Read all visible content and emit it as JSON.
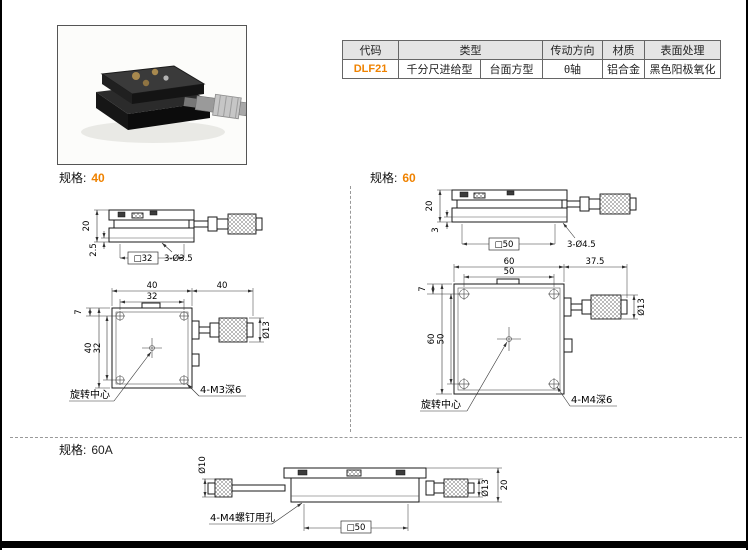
{
  "page": {
    "accent_color": "#ef8200"
  },
  "spec_table": {
    "headers": {
      "code": "代码",
      "type": "类型",
      "direction": "传动方向",
      "material": "材质",
      "surface": "表面处理"
    },
    "row": {
      "code": "DLF21",
      "type_feed": "千分尺进给型",
      "type_table": "台面方型",
      "direction": "θ轴",
      "material": "铝合金",
      "surface": "黑色阳极氧化"
    }
  },
  "sections": {
    "spec40": {
      "label": "规格:",
      "value": "40"
    },
    "spec60": {
      "label": "规格:",
      "value": "60"
    },
    "spec60a": {
      "label": "规格:",
      "value": "60A"
    }
  },
  "drawing40": {
    "height": "20",
    "base_plate": "2.5",
    "table_size": "□32",
    "top_holes": "3-Ø3.5",
    "width_outer": "40",
    "width_holes": "32",
    "mic_length": "40",
    "edge_offset": "7",
    "height_outer": "40",
    "height_holes": "32",
    "mic_dia": "Ø13",
    "rotation_center": "旋转中心",
    "mount_holes": "4-M3深6"
  },
  "drawing60": {
    "height": "20",
    "base_plate": "3",
    "table_size": "□50",
    "top_holes": "3-Ø4.5",
    "width_outer": "60",
    "width_holes": "50",
    "mic_length": "37.5",
    "edge_offset": "7",
    "height_outer": "60",
    "height_holes": "50",
    "mic_dia": "Ø13",
    "rotation_center": "旋转中心",
    "mount_holes": "4-M4深6"
  },
  "drawing60a": {
    "knob_dia": "Ø10",
    "screw_holes": "4-M4螺钉用孔",
    "table_size": "□50",
    "mic_dia": "Ø13",
    "height": "20"
  }
}
